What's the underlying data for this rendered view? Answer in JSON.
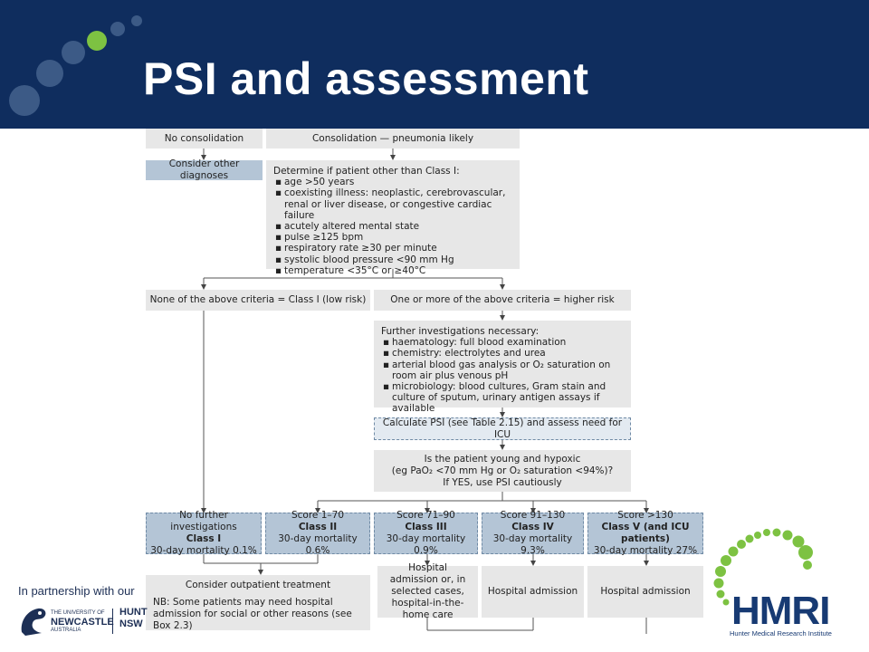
{
  "slide": {
    "title": "PSI and assessment"
  },
  "footer": {
    "partnership_text": "In partnership with our",
    "university_line1": "THE UNIVERSITY OF",
    "university_name": "NEWCASTLE",
    "university_line3": "AUSTRALIA",
    "partner_cut_line1": "HUNT",
    "partner_cut_line2": "NSW",
    "hmri_logo": "HMRI",
    "hmri_full": "Hunter Medical Research Institute"
  },
  "flowchart": {
    "no_consolidation": "No consolidation",
    "consolidation": "Consolidation — pneumonia likely",
    "consider_other": "Consider other diagnoses",
    "determine_title": "Determine if patient other than Class I:",
    "criteria": [
      "age >50 years",
      "coexisting illness: neoplastic, cerebrovascular, renal or liver disease, or congestive cardiac failure",
      "acutely altered mental state",
      "pulse ≥125 bpm",
      "respiratory rate ≥30 per minute",
      "systolic blood pressure <90 mm Hg",
      "temperature <35°C or ≥40°C"
    ],
    "none_criteria": "None of the above criteria = Class I (low risk)",
    "one_or_more": "One or more of the above criteria = higher risk",
    "further_title": "Further investigations necessary:",
    "investigations": [
      "haematology: full blood examination",
      "chemistry: electrolytes and urea",
      "arterial blood gas analysis or O₂ saturation on room air plus venous pH",
      "microbiology: blood cultures, Gram stain and culture of sputum, urinary antigen assays if available"
    ],
    "calculate_psi": "Calculate PSI (see Table 2.15) and assess need for ICU",
    "hypoxic_line1": "Is the patient young and hypoxic",
    "hypoxic_line2": "(eg PaO₂ <70 mm Hg or O₂ saturation <94%)?",
    "hypoxic_line3": "If YES, use PSI cautiously",
    "classes": [
      {
        "score": "No further investigations",
        "cls": "Class I",
        "mortality": "30-day mortality 0.1%"
      },
      {
        "score": "Score 1–70",
        "cls": "Class II",
        "mortality": "30-day mortality 0.6%"
      },
      {
        "score": "Score 71–90",
        "cls": "Class III",
        "mortality": "30-day mortality 0.9%"
      },
      {
        "score": "Score 91–130",
        "cls": "Class IV",
        "mortality": "30-day mortality 9.3%"
      },
      {
        "score": "Score >130",
        "cls": "Class V (and ICU patients)",
        "mortality": "30-day mortality 27%"
      }
    ],
    "outpatient": "Consider outpatient treatment",
    "nb_note": "NB: Some patients may need hospital admission for social or other reasons (see Box 2.3)",
    "hospital_selected": "Hospital admission or, in selected cases, hospital-in-the-home care",
    "hospital_admission_iv": "Hospital admission",
    "hospital_admission_v": "Hospital admission"
  },
  "colors": {
    "header_bg": "#0f2d5e",
    "box_grey": "#e7e7e7",
    "box_blue": "#b4c5d6",
    "hmri_green": "#7dc242"
  }
}
